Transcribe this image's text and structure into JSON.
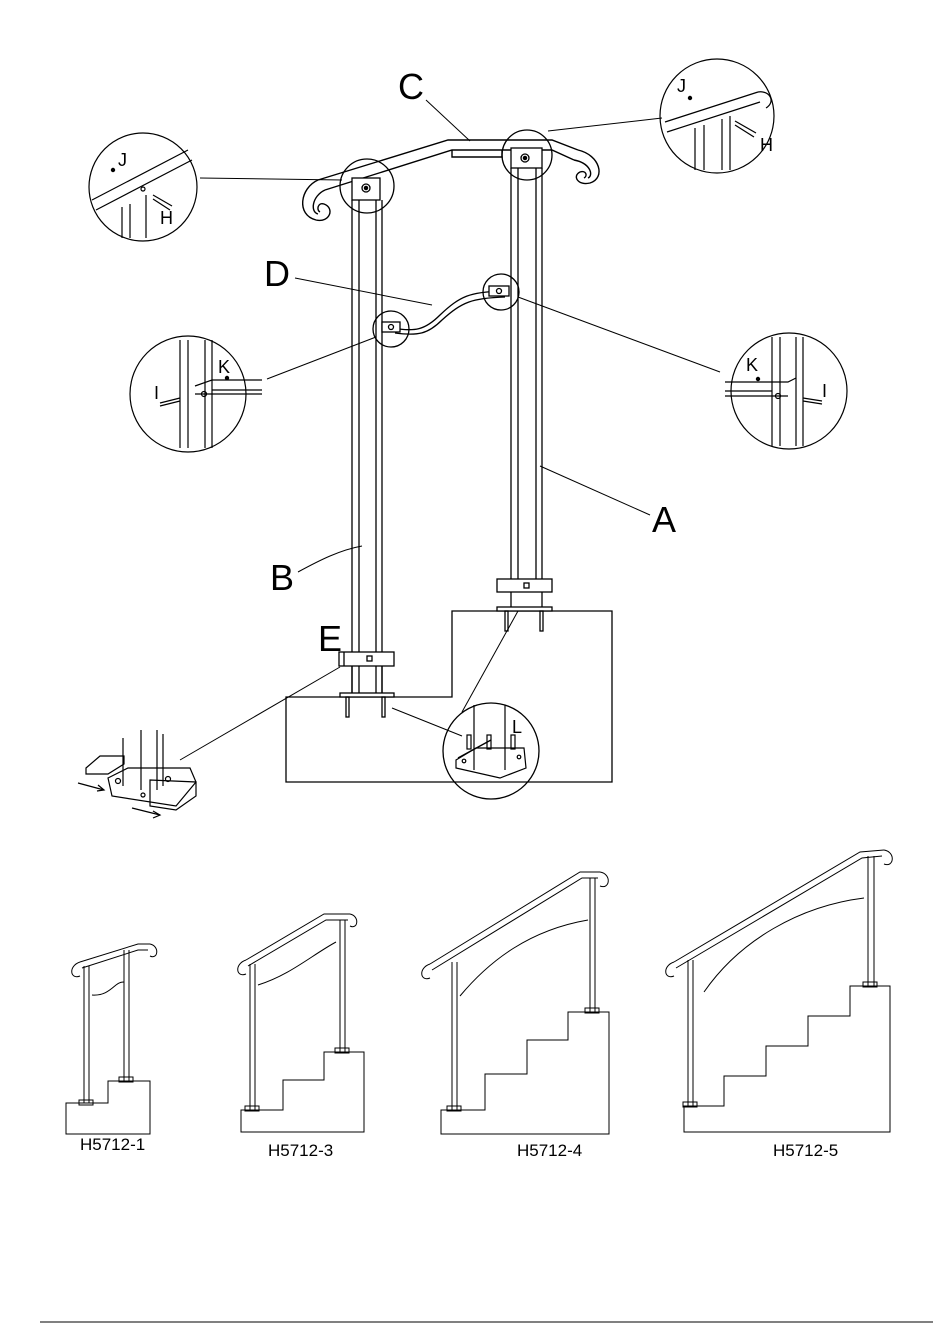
{
  "part_labels": {
    "A": "A",
    "B": "B",
    "C": "C",
    "D": "D",
    "E": "E"
  },
  "detail_labels": {
    "H": "H",
    "I": "I",
    "J": "J",
    "K": "K",
    "L": "L"
  },
  "models": [
    "H5712-1",
    "H5712-3",
    "H5712-4",
    "H5712-5"
  ]
}
